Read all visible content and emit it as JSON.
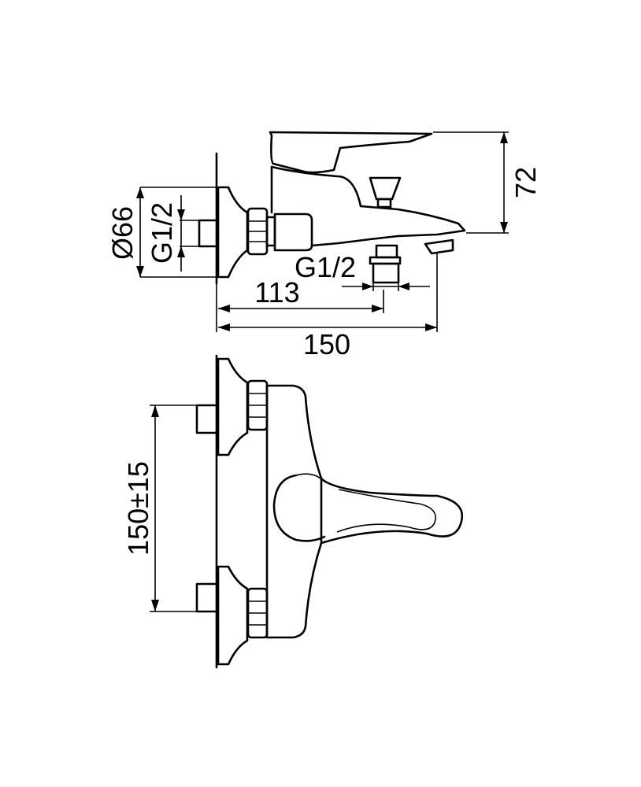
{
  "side_view": {
    "labels": {
      "diameter": "Ø66",
      "inlet_thread": "G1/2",
      "outlet_thread": "G1/2",
      "depth_to_outlet": "113",
      "total_depth": "150",
      "height": "72"
    }
  },
  "top_view": {
    "labels": {
      "center_distance": "150±15"
    }
  }
}
